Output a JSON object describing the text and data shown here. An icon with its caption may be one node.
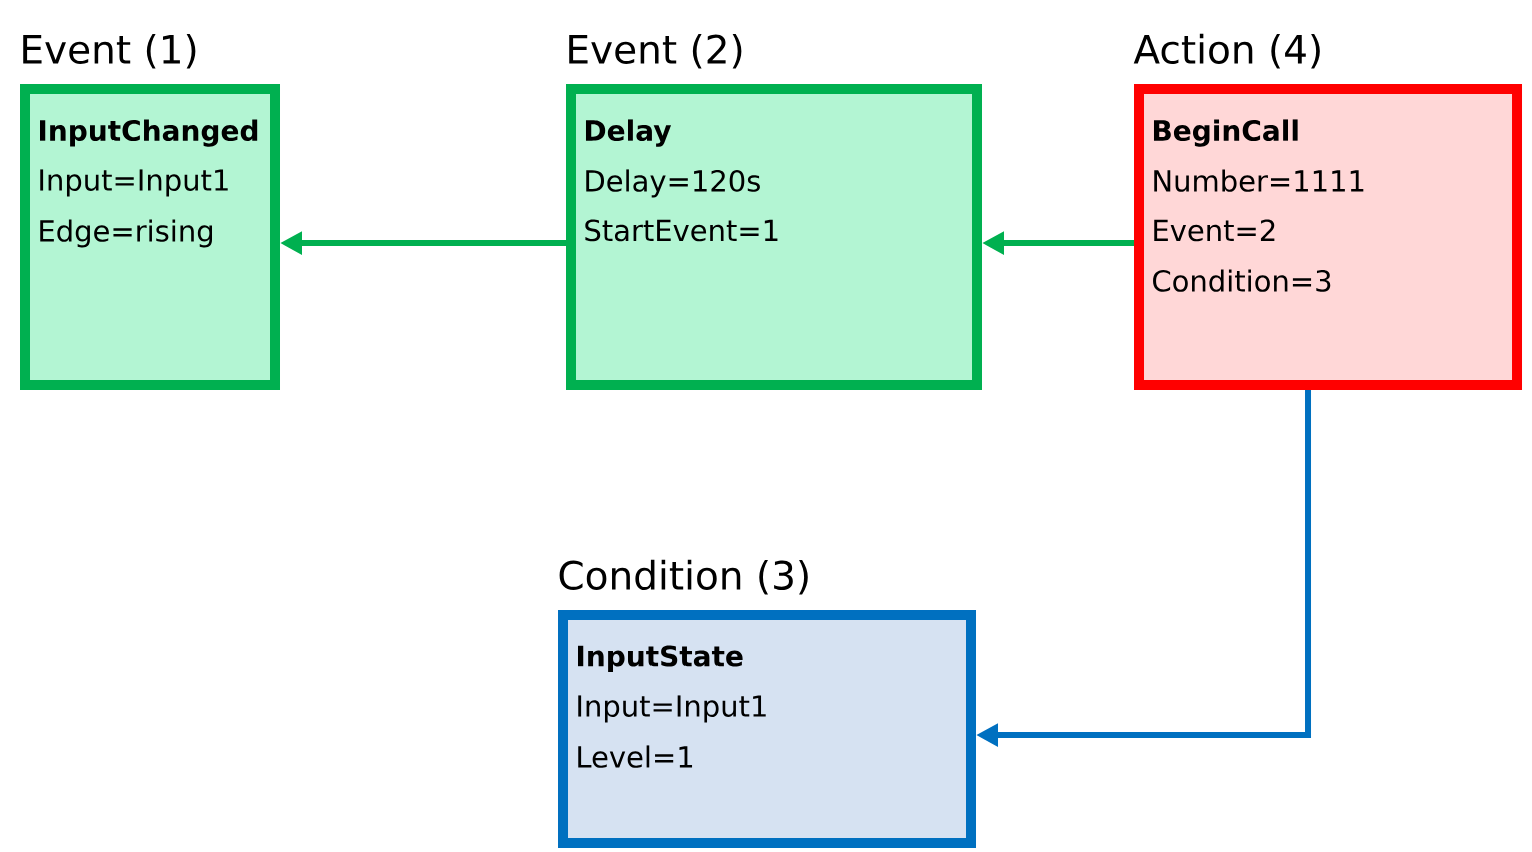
{
  "diagram": {
    "nodes": [
      {
        "text": [
          "Event (1)",
          "InputChanged",
          "Input=Input1",
          "Edge=rising"
        ]
      },
      {
        "text": [
          "Event (2)",
          "Delay",
          "Delay=120s",
          "StartEvent=1"
        ]
      },
      {
        "text": [
          "Action (4)",
          "BeginCall",
          "Number=1111",
          "Event=2",
          "Condition=3"
        ]
      },
      {
        "text": [
          "Condition (3)",
          "InputState",
          "Input=Input1",
          "Level=1"
        ]
      }
    ],
    "edges": [
      {
        "from": 1,
        "to": 0,
        "arrow": "to",
        "color": "#00b050"
      },
      {
        "from": 2,
        "to": 1,
        "arrow": "to",
        "color": "#00b050"
      },
      {
        "from": 2,
        "to": 3,
        "arrow": "to",
        "color": "#0070c0"
      }
    ]
  }
}
